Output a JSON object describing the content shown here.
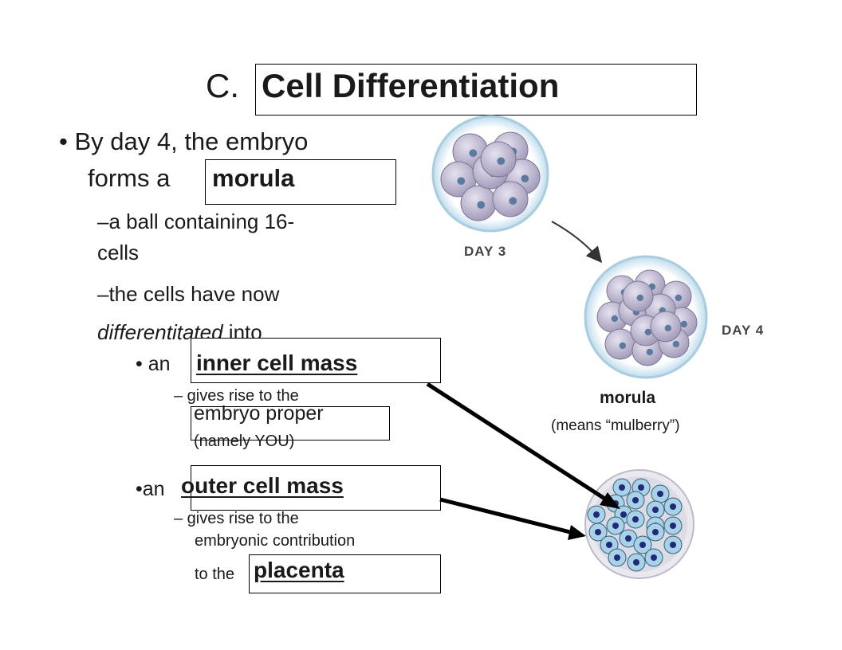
{
  "title": {
    "prefix": "C.",
    "term": "Cell Differentiation"
  },
  "bullet1": {
    "line1": "• By day 4, the embryo",
    "line2_prefix": "forms a",
    "term": "morula"
  },
  "sub1": {
    "line1": "–a ball containing 16-",
    "line2": "cells"
  },
  "sub2": {
    "line1": "–the cells have now",
    "line2_em": "differentitated",
    "line2_rest": " into"
  },
  "inner": {
    "bullet": "• an",
    "term": "inner cell mass",
    "desc_line1": "– gives rise to the",
    "answer": "embryo proper",
    "note": "(namely YOU)"
  },
  "outer": {
    "bullet": "•an",
    "term": "outer cell mass",
    "desc_line1": "– gives rise to the",
    "desc_line2": "embryonic contribution",
    "desc_line3_prefix": "to the",
    "answer": "placenta"
  },
  "figure": {
    "day3_label": "DAY 3",
    "day4_label": "DAY 4",
    "caption_term": "morula",
    "caption_note": "(means “mulberry”)"
  },
  "colors": {
    "cell_fill": "#b9b2c9",
    "cell_nucleus": "#5a7aa0",
    "zona": "#cfe6f2",
    "cross_cell": "#a9d2e6",
    "cross_nucleus": "#1f2a7a",
    "arrow": "#000000"
  }
}
